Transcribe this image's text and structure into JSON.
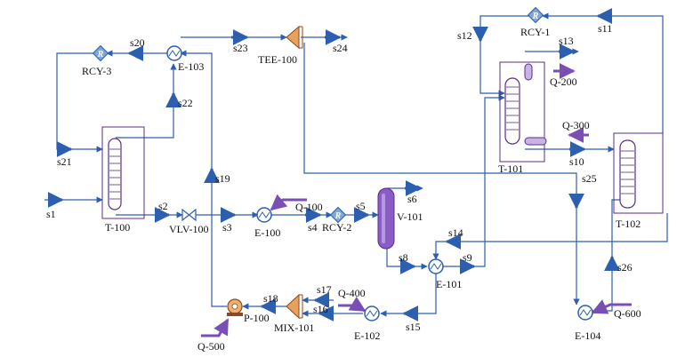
{
  "colors": {
    "stream": "#2c5fb0",
    "energy": "#7a4fb5",
    "equipment_outline": "#5a2d85",
    "column_fill": "#ffffff",
    "vessel_fill": "#8a5cc6",
    "tee_fill": "#e8a15a",
    "recycle_fill": "#7fa6d6",
    "pump_fill": "#f0b070"
  },
  "labels": {
    "s1": "s1",
    "s2": "s2",
    "s3": "s3",
    "s4": "s4",
    "s5": "s5",
    "s6": "s6",
    "s8": "s8",
    "s9": "s9",
    "s10": "s10",
    "s11": "s11",
    "s12": "s12",
    "s13": "s13",
    "s14": "s14",
    "s15": "s15",
    "s16": "s16",
    "s17": "s17",
    "s18": "s18",
    "s19": "s19",
    "s20": "s20",
    "s21": "s21",
    "s22": "s22",
    "s23": "s23",
    "s24": "s24",
    "s25": "s25",
    "s26": "s26",
    "T100": "T-100",
    "T101": "T-101",
    "T102": "T-102",
    "E100": "E-100",
    "E101": "E-101",
    "E102": "E-102",
    "E103": "E-103",
    "E104": "E-104",
    "V101": "V-101",
    "VLV100": "VLV-100",
    "TEE100": "TEE-100",
    "MIX101": "MIX-101",
    "P100": "P-100",
    "RCY1": "RCY-1",
    "RCY2": "RCY-2",
    "RCY3": "RCY-3",
    "Q100": "Q-100",
    "Q200": "Q-200",
    "Q300": "Q-300",
    "Q400": "Q-400",
    "Q500": "Q-500",
    "Q600": "Q-600",
    "recycle_symbol": "R"
  }
}
